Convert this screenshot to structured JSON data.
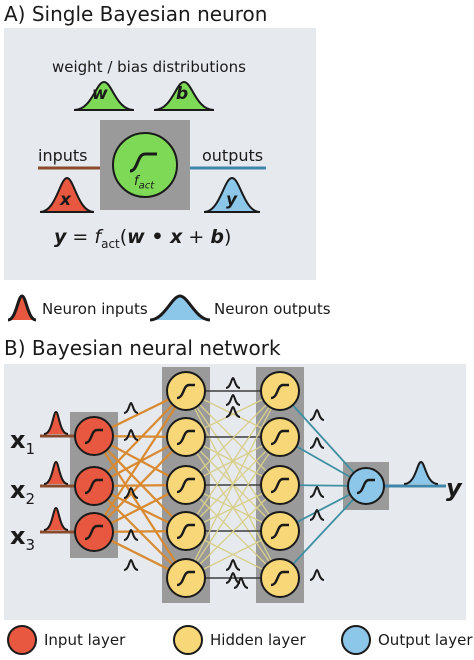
{
  "panel_a": {
    "title": "A) Single Bayesian neuron",
    "distributions_label": "weight / bias distributions",
    "weight_symbol": "w",
    "bias_symbol": "b",
    "inputs_label": "inputs",
    "outputs_label": "outputs",
    "input_symbol": "x",
    "output_symbol": "y",
    "activation_base": "f",
    "activation_sub": "act",
    "equation": {
      "lhs": "y",
      "eq": " = ",
      "f": "f",
      "f_sub": "act",
      "open": "(",
      "w": "w",
      "dot": " • ",
      "x": "x",
      "plus": " + ",
      "b": "b",
      "close": ")"
    }
  },
  "legend_top": {
    "inputs_label": "Neuron inputs",
    "outputs_label": "Neuron outputs"
  },
  "panel_b": {
    "title": "B) Bayesian neural network",
    "inputs": [
      {
        "base": "x",
        "sub": "1"
      },
      {
        "base": "x",
        "sub": "2"
      },
      {
        "base": "x",
        "sub": "3"
      }
    ],
    "output_symbol": "y"
  },
  "legend_bottom": {
    "input_layer": "Input layer",
    "hidden_layer": "Hidden layer",
    "output_layer": "Output layer"
  },
  "colors": {
    "panel_bg": "#e6e9ee",
    "box_gray": "#9a9a9a",
    "activation_green": "#7ed957",
    "input_red": "#e8573f",
    "hidden_yellow": "#f7d777",
    "output_blue": "#8cc6e8",
    "edge_orange": "#d9892f",
    "edge_dark": "#3c3c3c",
    "edge_teal": "#3f8fa3",
    "input_line": "#8b4a2b",
    "output_line": "#3f86a8"
  }
}
